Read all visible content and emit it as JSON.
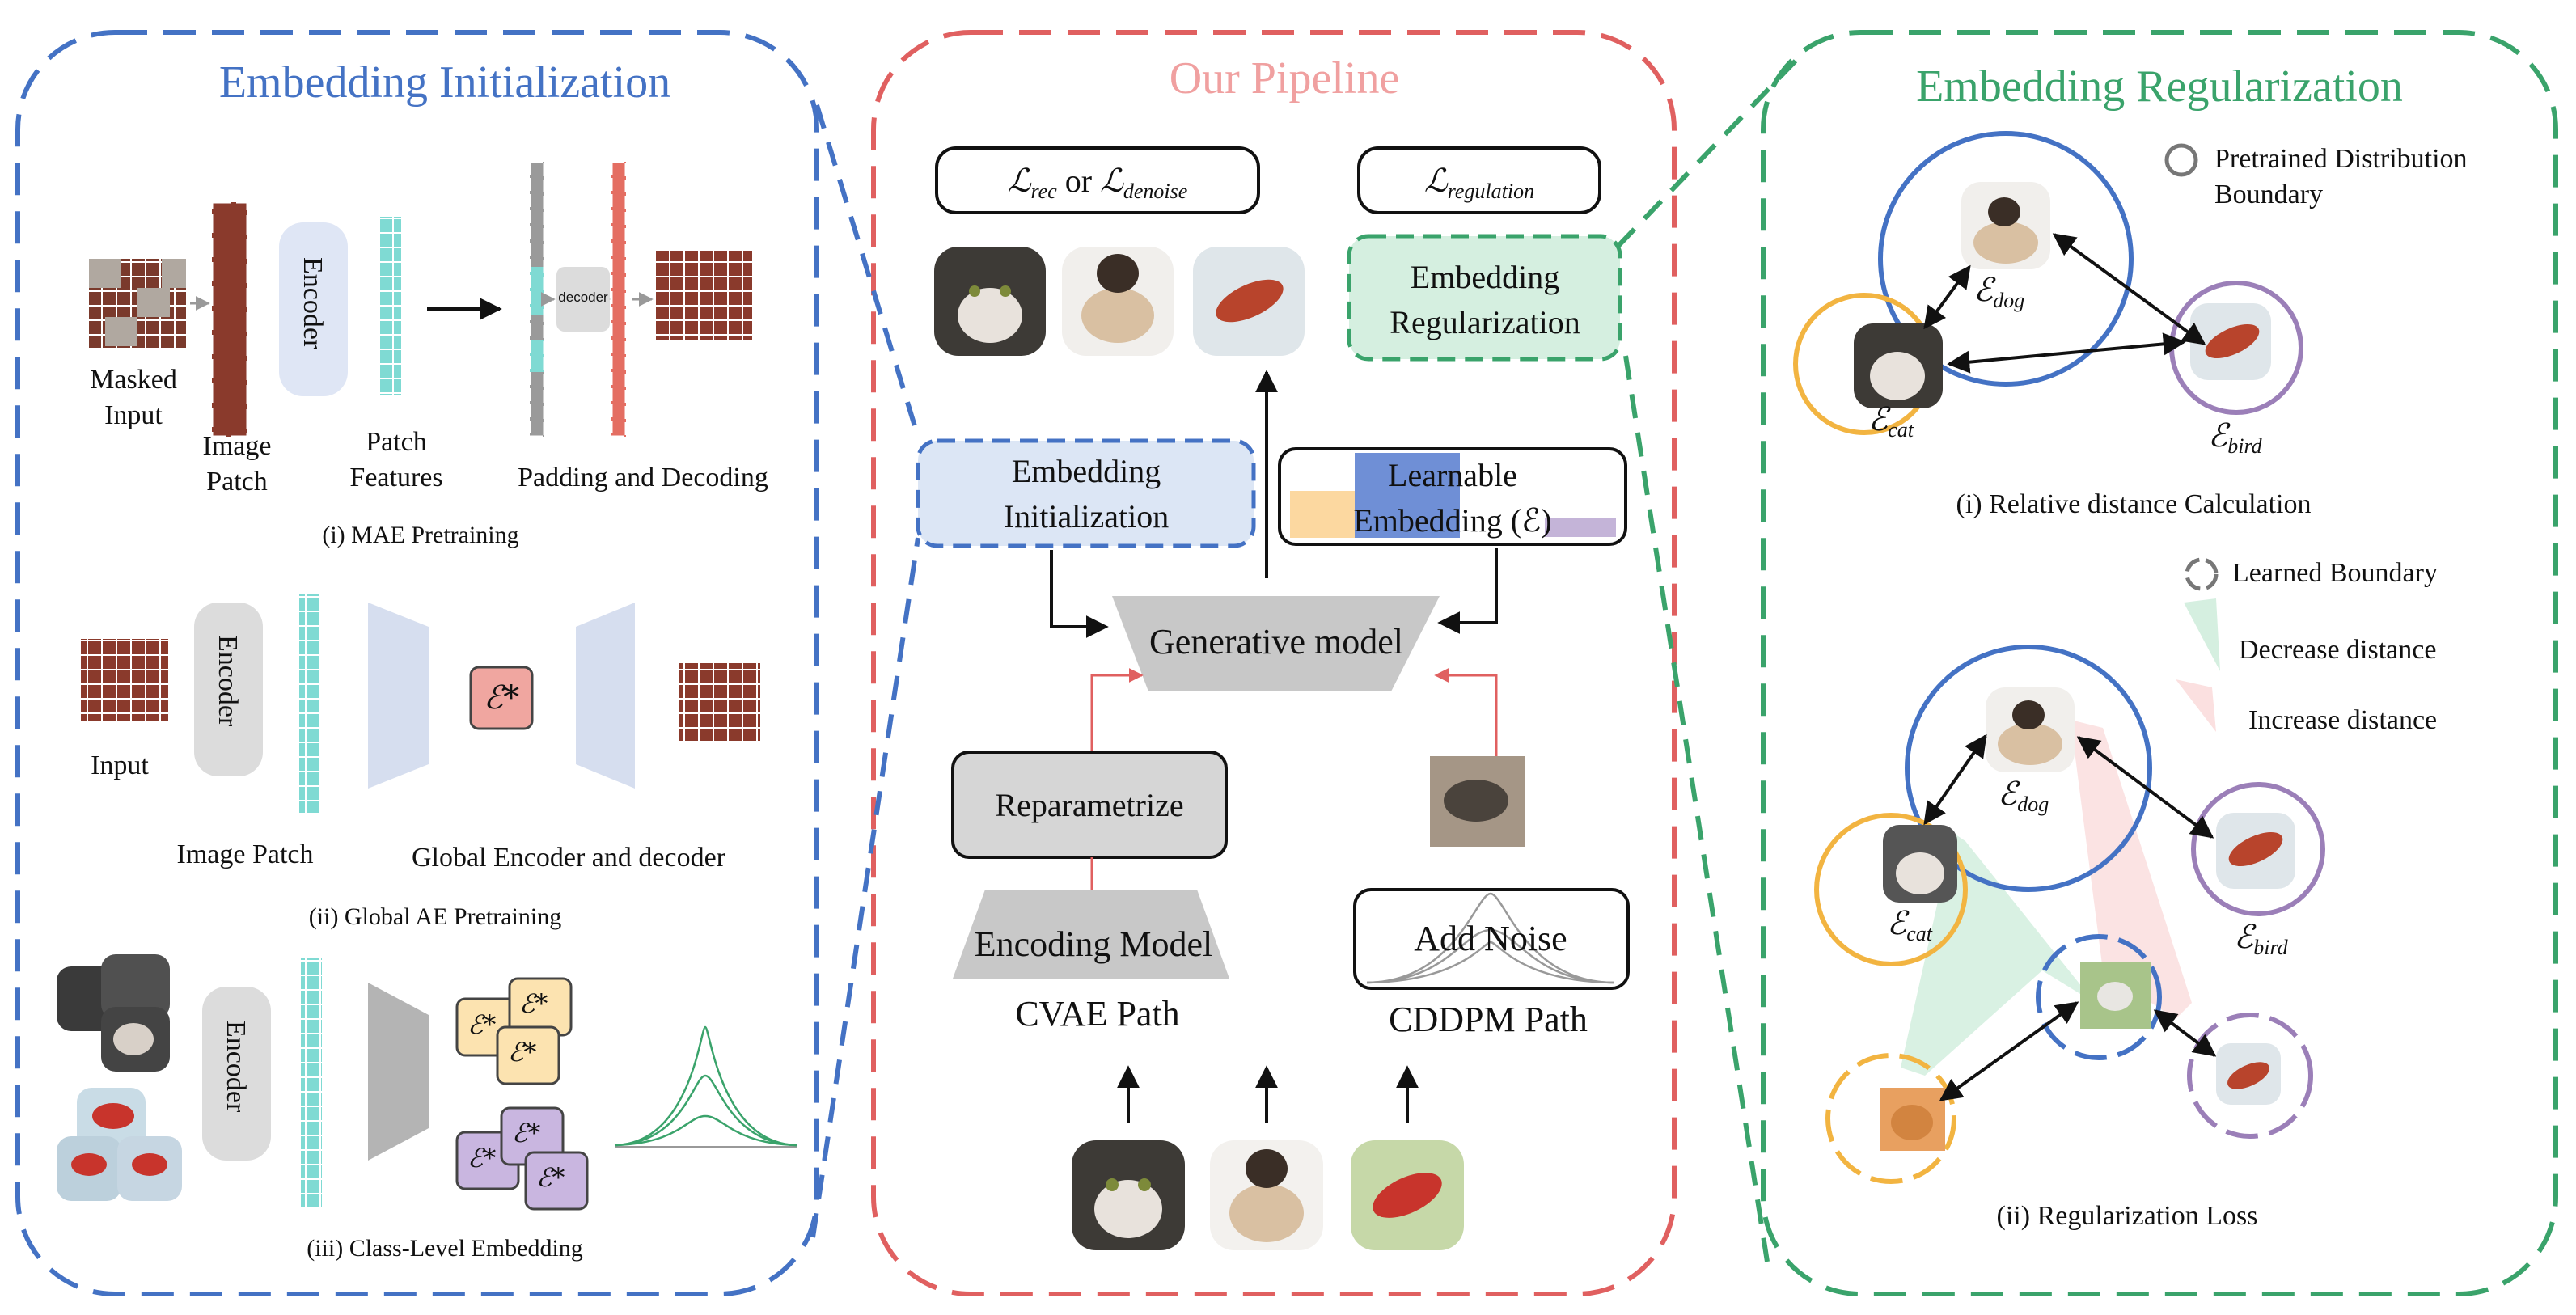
{
  "left_panel": {
    "title": "Embedding Initialization",
    "mae": {
      "masked_input": "Masked\nInput",
      "image_patch": "Image\nPatch",
      "encoder": "Encoder",
      "patch_features": "Patch\nFeatures",
      "decoder": "decoder",
      "padding_decoding": "Padding and Decoding",
      "caption": "(i) MAE Pretraining"
    },
    "global_ae": {
      "input": "Input",
      "encoder": "Encoder",
      "embedding_symbol": "ℰ*",
      "image_patch": "Image Patch",
      "enc_dec": "Global Encoder and decoder",
      "caption": "(ii) Global AE Pretraining"
    },
    "class_level": {
      "encoder": "Encoder",
      "embedding_symbol": "ℰ*",
      "caption": "(iii) Class-Level Embedding"
    }
  },
  "middle_panel": {
    "title": "Our Pipeline",
    "loss_rec_main": "ℒ",
    "loss_rec_sub": "rec",
    "loss_or": " or ",
    "loss_denoise_main": "ℒ",
    "loss_denoise_sub": "denoise",
    "loss_reg_main": "ℒ",
    "loss_reg_sub": "regulation",
    "embedding_regularization": "Embedding\nRegularization",
    "embedding_initialization": "Embedding\nInitialization",
    "learnable_embedding": "Learnable\nEmbedding (ℰ)",
    "generative_model": "Generative model",
    "reparametrize": "Reparametrize",
    "encoding_model": "Encoding Model",
    "cvae_path": "CVAE Path",
    "add_noise": "Add Noise",
    "cddpm_path": "CDDPM Path"
  },
  "right_panel": {
    "title": "Embedding Regularization",
    "legend_pretrained": "Pretrained Distribution\nBoundary",
    "legend_learned": "Learned Boundary",
    "legend_decrease": "Decrease distance",
    "legend_increase": "Increase distance",
    "e_main": "ℰ",
    "dog": "dog",
    "cat": "cat",
    "bird": "bird",
    "caption_i": "(i) Relative distance Calculation",
    "caption_ii": "(ii) Regularization Loss"
  },
  "colors": {
    "blue": "#4472c4",
    "pink": "#e06060",
    "green": "#3aa36b",
    "orange": "#f2b441",
    "purple": "#9b7fb8",
    "teal": "#7fdad3",
    "salmon": "#e46e62"
  }
}
